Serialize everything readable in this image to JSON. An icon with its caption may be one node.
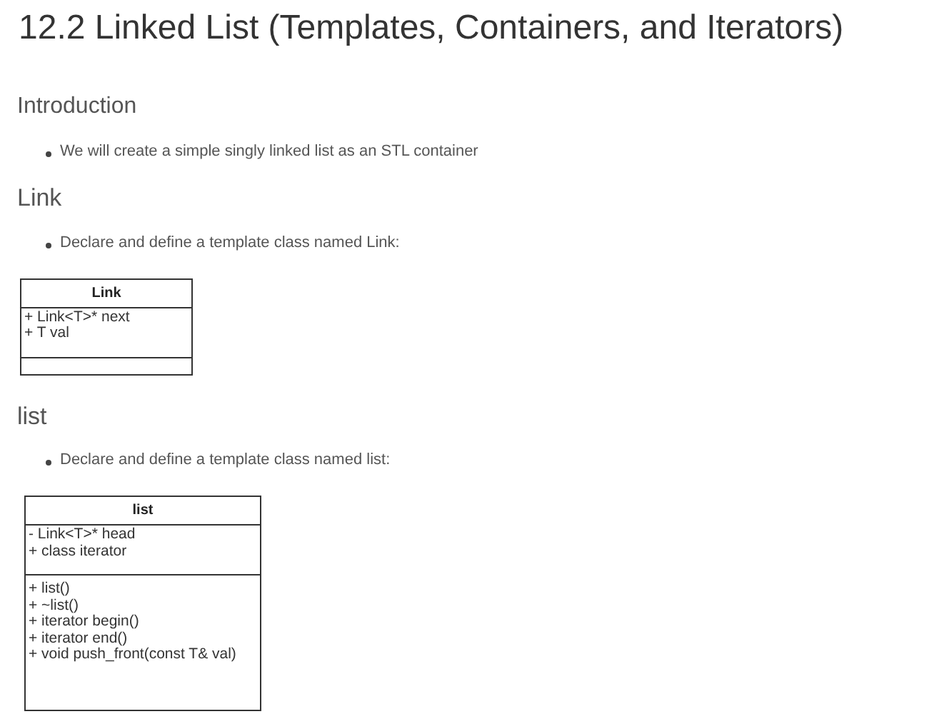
{
  "diagram": {
    "title": "12.2 Linked List (Templates, Containers, and Iterators)",
    "nodes": [
      {
        "text": [
          "Link"
        ]
      },
      {
        "text": [
          "+ Link<T>* next",
          "+ T val"
        ],
        "in": 0
      },
      {
        "text": [],
        "shape": "box",
        "in": 0
      },
      {
        "text": [
          "list"
        ]
      },
      {
        "text": [
          "- Link<T>* head",
          "+ class iterator"
        ],
        "in": 3
      },
      {
        "text": [
          "+ list()",
          "+ ~list()",
          "+ iterator begin()",
          "+ iterator end()",
          "+ void push_front(const T& val)"
        ],
        "in": 3
      }
    ],
    "edges": [],
    "labels": [
      "Introduction",
      "We will create a simple singly linked list as an STL container",
      "Link",
      "Declare and define a template class named Link:",
      "list",
      "Declare and define a template class named list:"
    ]
  }
}
